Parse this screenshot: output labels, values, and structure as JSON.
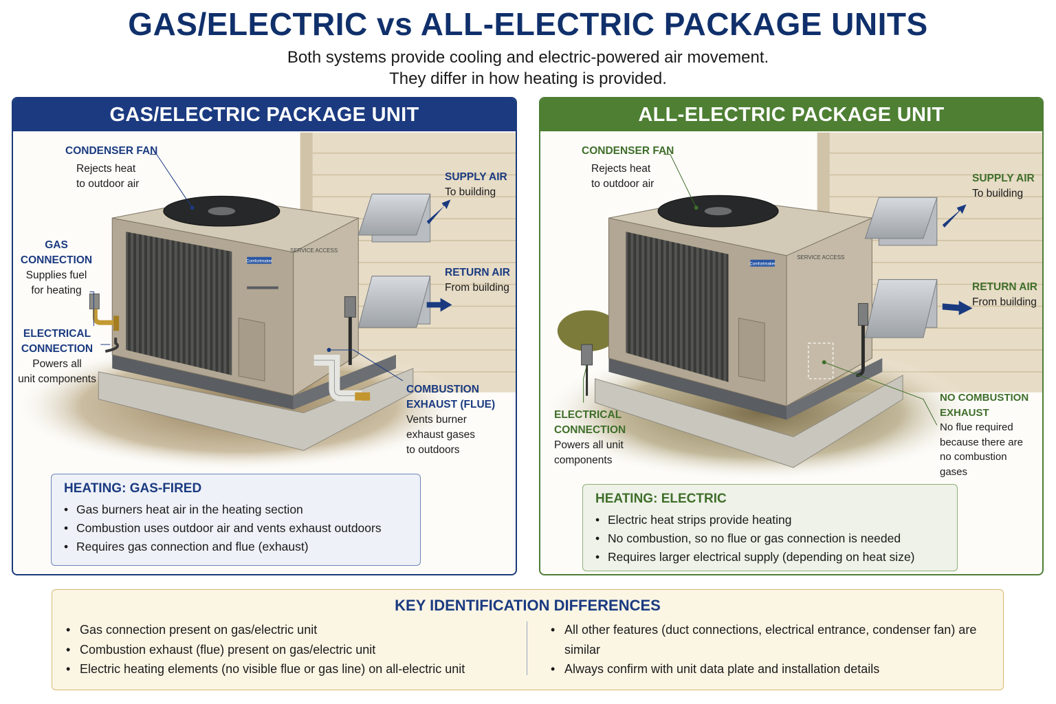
{
  "title": "GAS/ELECTRIC vs ALL-ELECTRIC PACKAGE UNITS",
  "subtitle_line1": "Both systems provide cooling and electric-powered air movement.",
  "subtitle_line2": "They differ in how heating is provided.",
  "colors": {
    "navy": "#1b3a80",
    "green": "#4e7f33",
    "gold_border": "#d9b870"
  },
  "left_panel": {
    "header": "GAS/ELECTRIC PACKAGE UNIT",
    "brand_badge": "Comfortmaker",
    "service_tag": "SERVICE ACCESS",
    "labels": {
      "condenser_title": "CONDENSER FAN",
      "condenser_desc1": "Rejects heat",
      "condenser_desc2": "to outdoor air",
      "gas_title1": "GAS",
      "gas_title2": "CONNECTION",
      "gas_desc1": "Supplies fuel",
      "gas_desc2": "for heating",
      "elec_title1": "ELECTRICAL",
      "elec_title2": "CONNECTION",
      "elec_desc1": "Powers all",
      "elec_desc2": "unit components",
      "supply_title": "SUPPLY AIR",
      "supply_desc": "To building",
      "return_title": "RETURN AIR",
      "return_desc": "From building",
      "flue_title1": "COMBUSTION",
      "flue_title2": "EXHAUST (FLUE)",
      "flue_desc1": "Vents burner",
      "flue_desc2": "exhaust gases",
      "flue_desc3": "to outdoors"
    },
    "heating": {
      "title": "HEATING: GAS-FIRED",
      "bullets": [
        "Gas burners heat air in the heating section",
        "Combustion uses outdoor air and vents exhaust outdoors",
        "Requires gas connection and flue (exhaust)"
      ]
    }
  },
  "right_panel": {
    "header": "ALL-ELECTRIC PACKAGE UNIT",
    "brand_badge": "Comfortmaker",
    "service_tag": "SERVICE ACCESS",
    "labels": {
      "condenser_title": "CONDENSER FAN",
      "condenser_desc1": "Rejects heat",
      "condenser_desc2": "to outdoor air",
      "supply_title": "SUPPLY AIR",
      "supply_desc": "To building",
      "return_title": "RETURN AIR",
      "return_desc": "From building",
      "elec_title1": "ELECTRICAL",
      "elec_title2": "CONNECTION",
      "elec_desc1": "Powers all unit",
      "elec_desc2": "components",
      "nocomb_title1": "NO COMBUSTION",
      "nocomb_title2": "EXHAUST",
      "nocomb_desc1": "No flue required",
      "nocomb_desc2": "because there are",
      "nocomb_desc3": "no combustion",
      "nocomb_desc4": "gases"
    },
    "heating": {
      "title": "HEATING: ELECTRIC",
      "bullets": [
        "Electric heat strips provide heating",
        "No combustion, so no flue or gas connection is needed",
        "Requires larger electrical supply (depending on heat size)"
      ]
    }
  },
  "key_differences": {
    "title": "KEY IDENTIFICATION DIFFERENCES",
    "left": [
      "Gas connection present on gas/electric unit",
      "Combustion exhaust (flue) present on gas/electric unit",
      "Electric heating elements (no visible flue or gas line) on all-electric unit"
    ],
    "right": [
      "All other features (duct connections, electrical entrance, condenser fan) are similar",
      "Always confirm with unit data plate and installation details"
    ]
  }
}
